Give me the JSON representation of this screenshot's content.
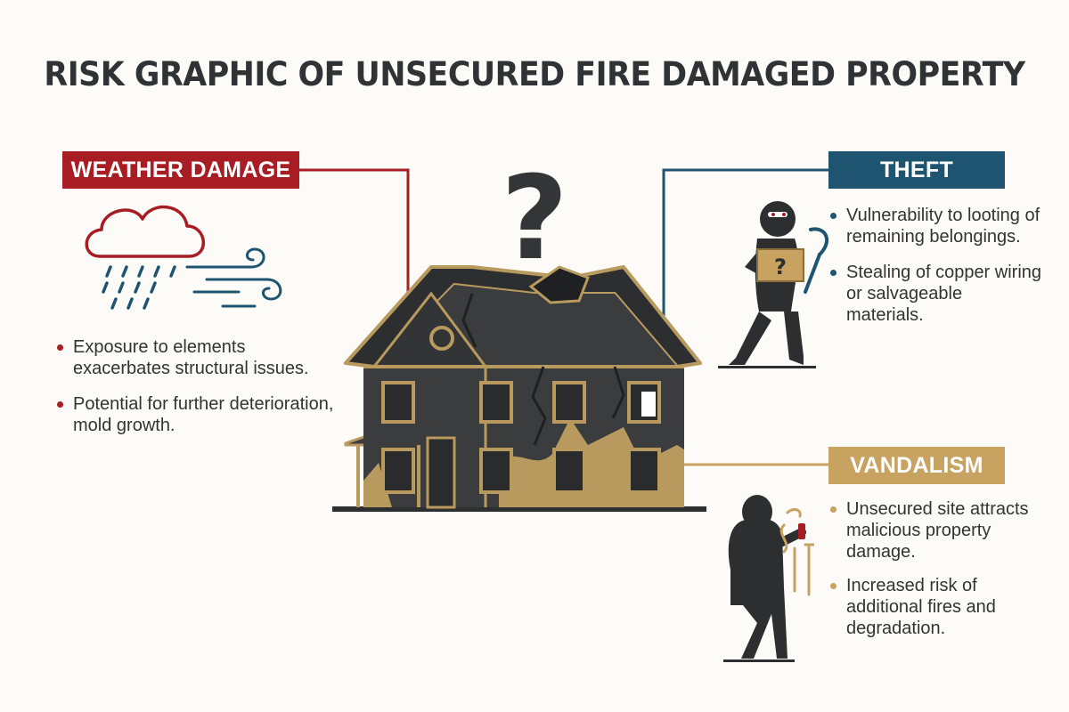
{
  "title": "RISK GRAPHIC OF UNSECURED FIRE DAMAGED PROPERTY",
  "colors": {
    "weather": "#a81c23",
    "theft": "#1e5470",
    "vandalism": "#c7a260",
    "house": "#3b3c3e",
    "trim": "#b89a5e"
  },
  "weather": {
    "label": "WEATHER DAMAGE",
    "icon": "storm-cloud-icon",
    "bullets": [
      "Exposure to elements exacerbates structural issues.",
      "Potential for further deterioration, mold growth."
    ]
  },
  "theft": {
    "label": "THEFT",
    "icon": "burglar-icon",
    "box_mark": "?",
    "bullets": [
      "Vulnerability to looting of remaining belongings.",
      "Stealing of copper wiring or salvageable materials."
    ]
  },
  "vandalism": {
    "label": "VANDALISM",
    "icon": "graffiti-vandal-icon",
    "bullets": [
      "Unsecured site attracts malicious property damage.",
      "Increased risk of additional fires and degradation."
    ]
  },
  "center": {
    "mark": "?",
    "icon": "burned-house-icon"
  }
}
